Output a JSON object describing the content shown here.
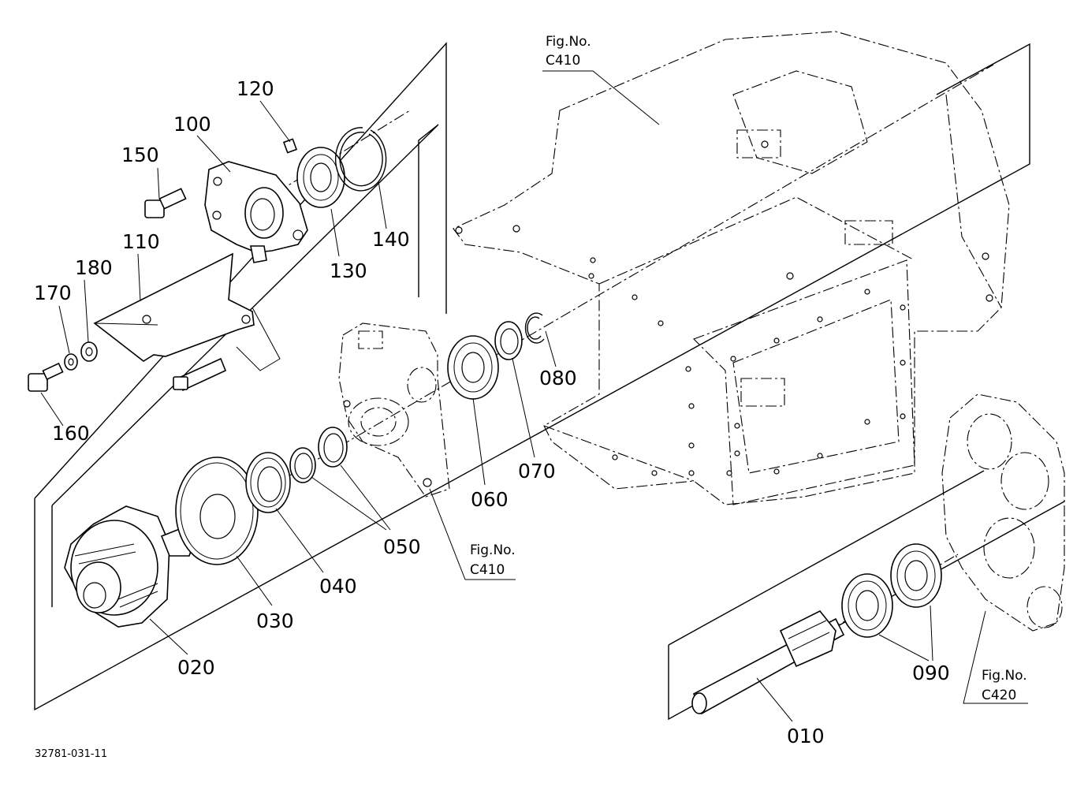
{
  "diagram": {
    "drawing_number": "32781-031-11",
    "callouts": {
      "c010": "010",
      "c020": "020",
      "c030": "030",
      "c040": "040",
      "c050": "050",
      "c060": "060",
      "c070": "070",
      "c080": "080",
      "c090": "090",
      "c100": "100",
      "c110": "110",
      "c120": "120",
      "c130": "130",
      "c140": "140",
      "c150": "150",
      "c160": "160",
      "c170": "170",
      "c180": "180"
    },
    "figure_refs": {
      "top": {
        "label": "Fig.No.",
        "number": "C410"
      },
      "middle": {
        "label": "Fig.No.",
        "number": "C410"
      },
      "bottom_right": {
        "label": "Fig.No.",
        "number": "C420"
      }
    }
  }
}
